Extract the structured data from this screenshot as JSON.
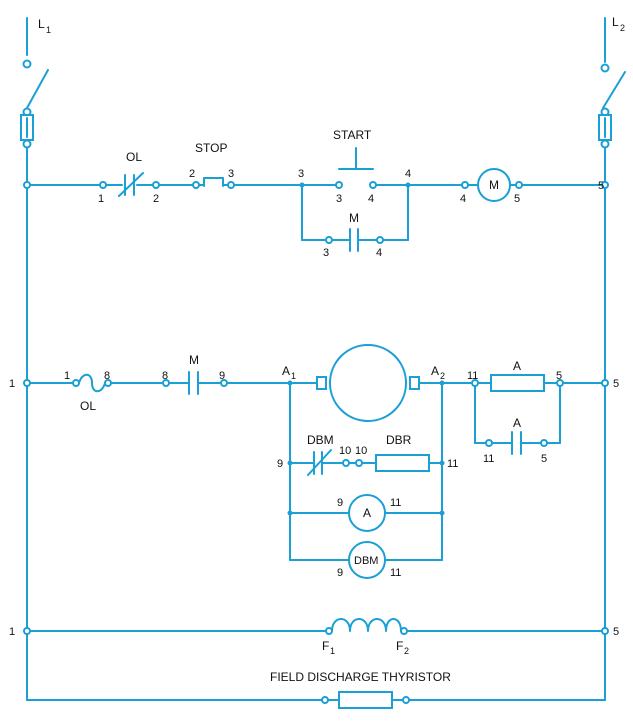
{
  "lines": {
    "l1": "L",
    "l1_sub": "1",
    "l2": "L",
    "l2_sub": "2"
  },
  "control": {
    "ol": "OL",
    "stop": "STOP",
    "start": "START",
    "m_contact": "M",
    "motor": "M",
    "n1": "1",
    "n2": "2",
    "n2b": "2",
    "n3": "3",
    "n3b": "3",
    "n3c": "3",
    "n3d": "3",
    "n4": "4",
    "n4b": "4",
    "n4c": "4",
    "n4d": "4",
    "n5": "5",
    "n5b": "5"
  },
  "armature": {
    "left_node": "1",
    "right_node": "5",
    "n1": "1",
    "n8": "8",
    "n8b": "8",
    "n9": "9",
    "fuse_label": "OL",
    "m_contact": "M",
    "a1": "A",
    "a1_sub": "1",
    "a2": "A",
    "a2_sub": "2",
    "n11": "11",
    "n5": "5",
    "a_coil": "A",
    "a_contact": "A",
    "n11b": "11",
    "n5b": "5",
    "dbm": "DBM",
    "n10": "10",
    "n10b": "10",
    "dbr": "DBR",
    "n9b": "9",
    "n11c": "11",
    "ammeter_label": "A",
    "n9c": "9",
    "n11d": "11",
    "dbm_coil": "DBM",
    "n9d": "9",
    "n11e": "11"
  },
  "field": {
    "left_node": "1",
    "right_node": "5",
    "f1": "F",
    "f1_sub": "1",
    "f2": "F",
    "f2_sub": "2",
    "thyristor_label": "FIELD DISCHARGE THYRISTOR"
  },
  "colors": {
    "wire": "#1a9fd6",
    "text": "#111111"
  }
}
